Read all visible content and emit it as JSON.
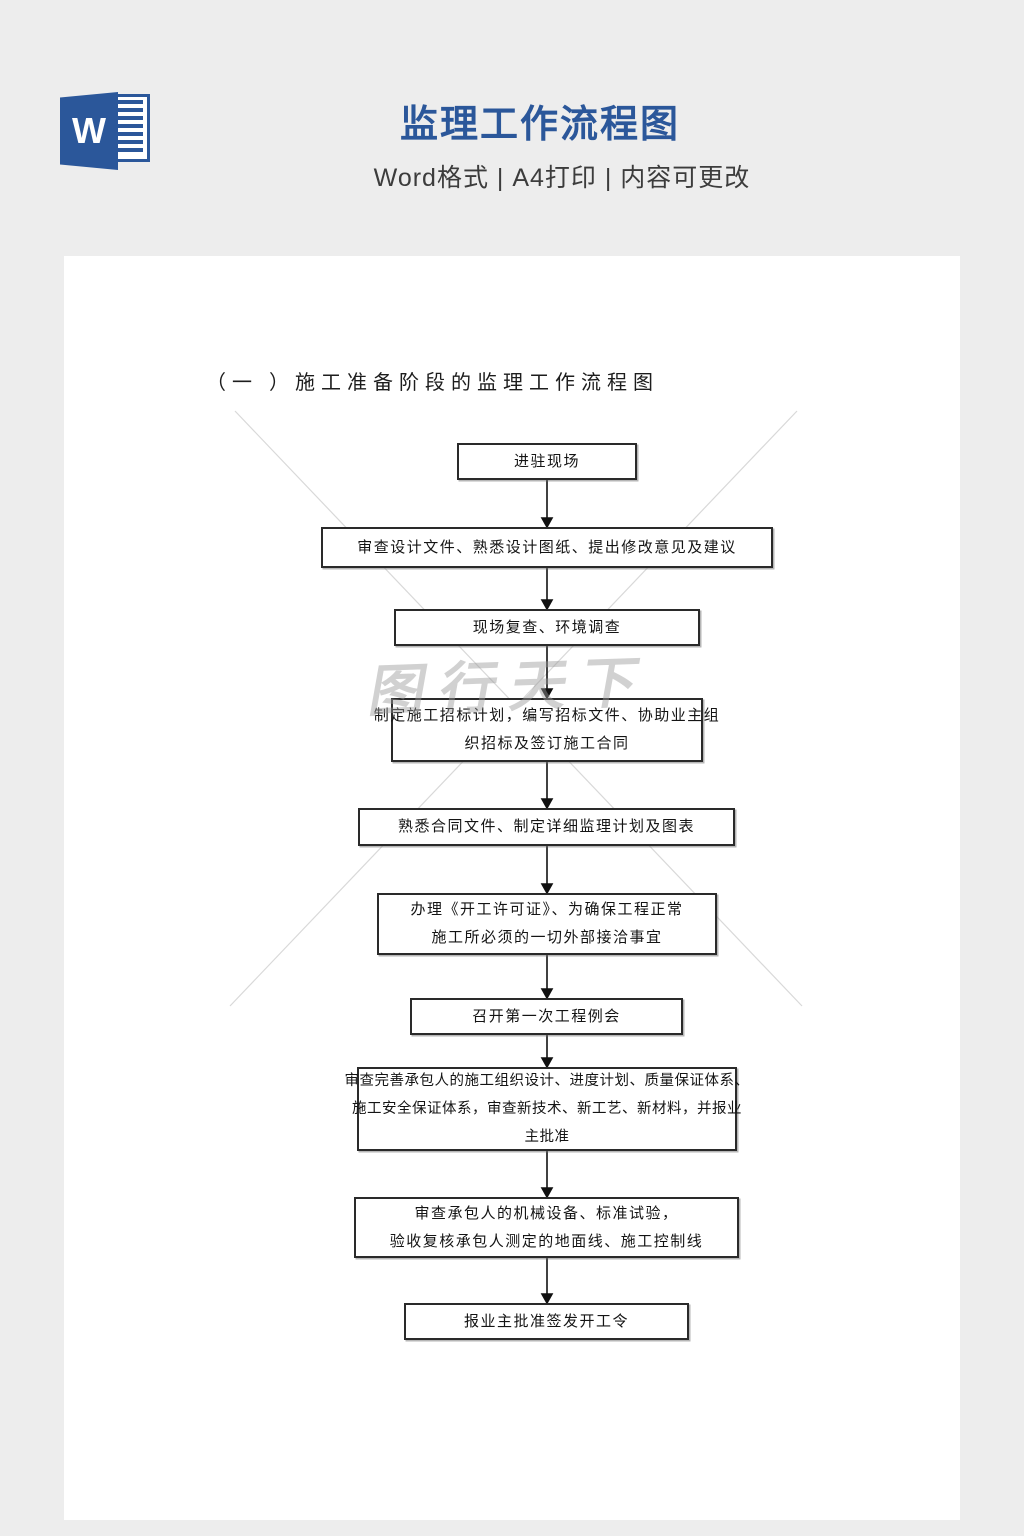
{
  "header": {
    "title": "监理工作流程图",
    "subtitle": "Word格式 | A4打印 | 内容可更改",
    "icon": {
      "letter": "W"
    }
  },
  "colors": {
    "accent_blue": "#2b579a",
    "canvas_bg": "#ededed",
    "box_border": "#2a2a2a",
    "watermark_gray": "#9a9a9a"
  },
  "document": {
    "section_heading": "（一 ）施工准备阶段的监理工作流程图",
    "watermark_text": "图行天下",
    "flowchart": {
      "nodes": [
        {
          "lines": [
            "进驻现场"
          ]
        },
        {
          "lines": [
            "审查设计文件、熟悉设计图纸、提出修改意见及建议"
          ]
        },
        {
          "lines": [
            "现场复查、环境调查"
          ]
        },
        {
          "lines": [
            "制定施工招标计划，编写招标文件、协助业主组",
            "织招标及签订施工合同"
          ]
        },
        {
          "lines": [
            "熟悉合同文件、制定详细监理计划及图表"
          ]
        },
        {
          "lines": [
            "办理《开工许可证》、为确保工程正常",
            "施工所必须的一切外部接洽事宜"
          ]
        },
        {
          "lines": [
            "召开第一次工程例会"
          ]
        },
        {
          "lines": [
            "审查完善承包人的施工组织设计、进度计划、质量保证体系、",
            "施工安全保证体系，审查新技术、新工艺、新材料，并报业",
            "主批准"
          ]
        },
        {
          "lines": [
            "审查承包人的机械设备、标准试验，",
            "验收复核承包人测定的地面线、施工控制线"
          ]
        },
        {
          "lines": [
            "报业主批准签发开工令"
          ]
        }
      ]
    }
  }
}
